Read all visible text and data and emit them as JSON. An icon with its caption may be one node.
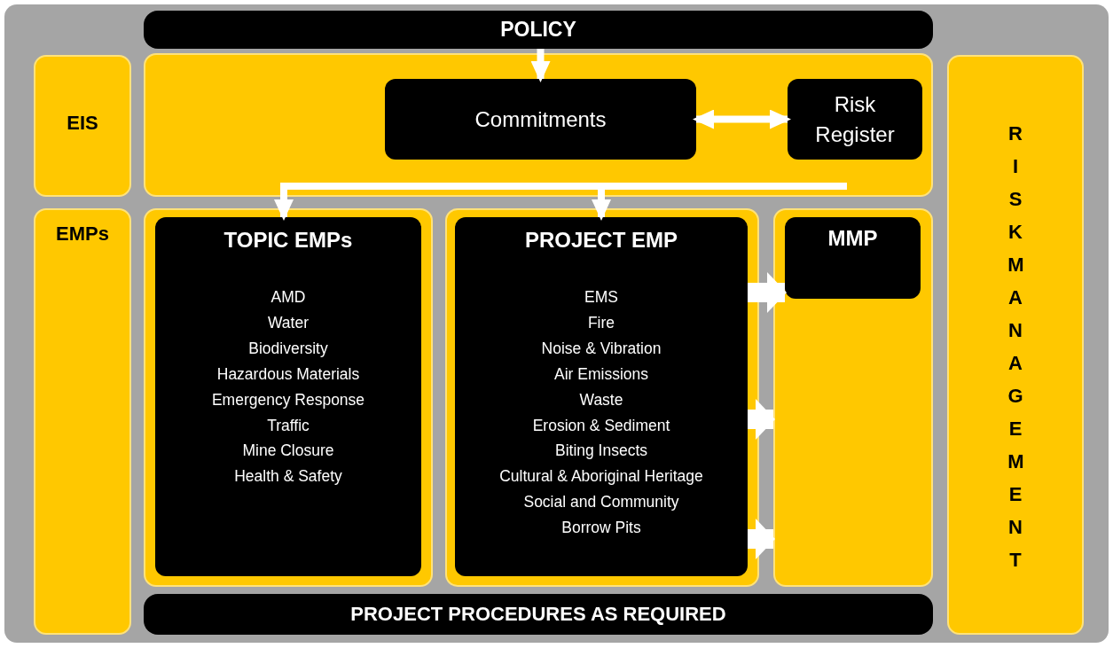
{
  "diagram": {
    "nodes": [
      {
        "text": [
          "POLICY"
        ]
      },
      {
        "text": [
          "EIS"
        ]
      },
      {
        "text": [],
        "shape": "box"
      },
      {
        "text": [
          "Commitments"
        ],
        "in": 2
      },
      {
        "text": [
          "Risk Register"
        ],
        "in": 2
      },
      {
        "text": [
          "RISK MANAGEMENT"
        ]
      },
      {
        "text": [
          "EMPs"
        ]
      },
      {
        "text": [],
        "shape": "box"
      },
      {
        "text": [
          "TOPIC EMPs",
          "AMD",
          "Water",
          "Biodiversity",
          "Hazardous Materials",
          "Emergency Response",
          "Traffic",
          "Mine Closure",
          "Health & Safety"
        ],
        "in": 7
      },
      {
        "text": [],
        "shape": "box"
      },
      {
        "text": [
          "PROJECT EMP",
          "EMS",
          "Fire",
          "Noise & Vibration",
          "Air Emissions",
          "Waste",
          "Erosion & Sediment",
          "Biting Insects",
          "Cultural & Aboriginal Heritage",
          "Social and Community",
          "Borrow Pits"
        ],
        "in": 9
      },
      {
        "text": [],
        "shape": "box"
      },
      {
        "text": [
          "MMP"
        ],
        "in": 11
      },
      {
        "text": [
          "PROJECT PROCEDURES AS REQUIRED"
        ]
      }
    ],
    "edges": [
      {
        "from": 0,
        "to": 3,
        "arrow": "to"
      },
      {
        "from": 3,
        "to": 4,
        "arrow": "both"
      },
      {
        "from": 2,
        "to": 8,
        "arrow": "to"
      },
      {
        "from": 2,
        "to": 10,
        "arrow": "to"
      },
      {
        "from": 10,
        "to": 12,
        "arrow": "to",
        "style": "thick"
      },
      {
        "from": 10,
        "to": 11,
        "arrow": "to",
        "style": "thick"
      },
      {
        "from": 10,
        "to": 11,
        "arrow": "to",
        "style": "thick"
      }
    ]
  }
}
